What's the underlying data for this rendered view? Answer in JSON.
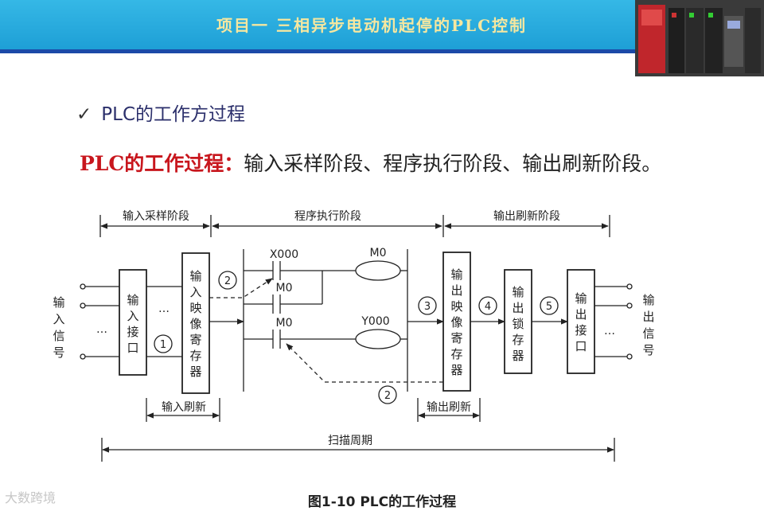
{
  "header": {
    "title": "项目一  三相异步电动机起停的PLC控制"
  },
  "bullet": {
    "icon": "checkmark-icon",
    "text": "PLC的工作方过程"
  },
  "process": {
    "label": "PLC的工作过程：",
    "text": "输入采样阶段、程序执行阶段、输出刷新阶段。"
  },
  "diagram": {
    "phases": {
      "input_sampling": "输入采样阶段",
      "program_exec": "程序执行阶段",
      "output_refresh": "输出刷新阶段"
    },
    "input_signal": "输入信号",
    "output_signal": "输出信号",
    "input_interface": "输入接口",
    "input_image_register": "输入映像寄存器",
    "output_image_register": "输出映像寄存器",
    "output_latch": "输出锁存器",
    "output_interface": "输出接口",
    "contact_x000": "X000",
    "contact_m0_a": "M0",
    "contact_m0_b": "M0",
    "coil_m0": "M0",
    "coil_y000": "Y000",
    "step1": "1",
    "step2a": "2",
    "step2b": "2",
    "step3": "3",
    "step4": "4",
    "step5": "5",
    "input_refresh": "输入刷新",
    "output_refresh_label": "输出刷新",
    "scan_cycle": "扫描周期",
    "dots": "…",
    "vdots": "⋮"
  },
  "caption": "图1-10   PLC的工作过程",
  "watermark": "大数跨境",
  "colors": {
    "header_bg": "#1e9fd6",
    "header_text": "#f5e7a0",
    "header_line": "#1c4aa8",
    "accent_red": "#c8161d",
    "bullet_text": "#2b2f6b"
  }
}
